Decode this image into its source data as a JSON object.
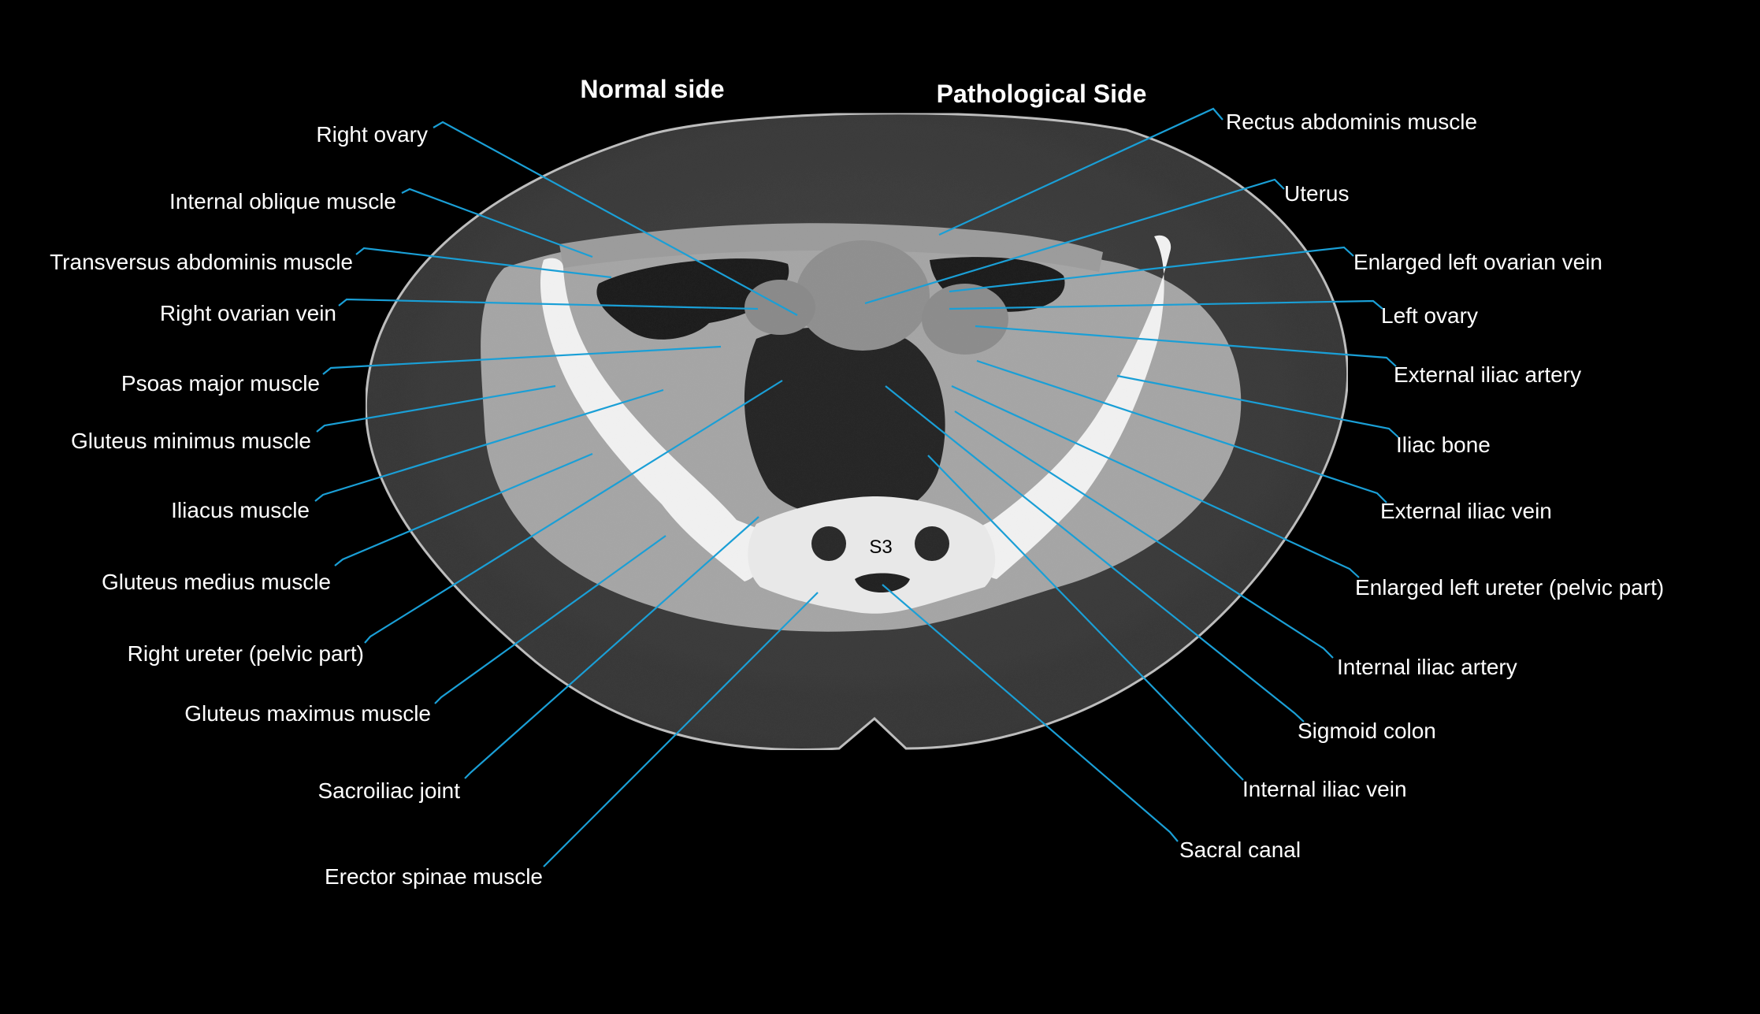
{
  "headers": {
    "normal_side": "Normal side",
    "pathological_side": "Pathological Side"
  },
  "vertebra_label": "S3",
  "colors": {
    "background": "#000000",
    "leader_line": "#1a9fd6",
    "label_text": "#ffffff",
    "bone": "#f2f2f2",
    "muscle": "#a9a9a9",
    "fat": "#3c3c3c",
    "air_bowel": "#121212"
  },
  "labels_left": [
    "Right ovary",
    "Internal oblique muscle",
    "Transversus abdominis muscle",
    "Right ovarian vein",
    "Psoas major muscle",
    "Gluteus minimus muscle",
    "Iliacus muscle",
    "Gluteus medius muscle",
    "Right ureter (pelvic part)",
    "Gluteus maximus muscle",
    "Sacroiliac joint",
    "Erector spinae muscle"
  ],
  "labels_right": [
    "Rectus abdominis muscle",
    "Uterus",
    "Enlarged left ovarian vein",
    "Left ovary",
    "External iliac artery",
    "Iliac bone",
    "External iliac vein",
    "Enlarged left ureter (pelvic part)",
    "Internal iliac artery",
    "Sigmoid colon",
    "Internal iliac vein",
    "Sacral canal"
  ]
}
